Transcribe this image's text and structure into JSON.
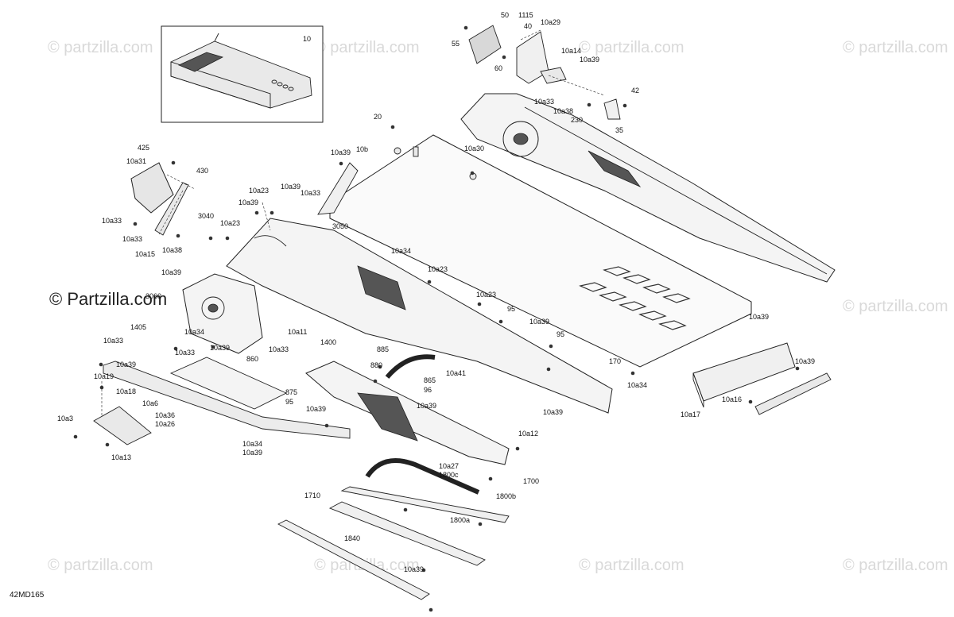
{
  "diagram_code": "42MD165",
  "watermark_text": "© Partzilla.com",
  "watermark_small": "© partzilla.com",
  "inset_label": "10",
  "callouts": [
    {
      "id": "c1",
      "text": "50"
    },
    {
      "id": "c2",
      "text": "1115"
    },
    {
      "id": "c3",
      "text": "40"
    },
    {
      "id": "c4",
      "text": "10a29"
    },
    {
      "id": "c5",
      "text": "55"
    },
    {
      "id": "c6",
      "text": "60"
    },
    {
      "id": "c7",
      "text": "10a14"
    },
    {
      "id": "c8",
      "text": "10a39"
    },
    {
      "id": "c9",
      "text": "42"
    },
    {
      "id": "c10",
      "text": "10a33"
    },
    {
      "id": "c11",
      "text": "10a38"
    },
    {
      "id": "c12",
      "text": "230"
    },
    {
      "id": "c13",
      "text": "35"
    },
    {
      "id": "c14",
      "text": "20"
    },
    {
      "id": "c15",
      "text": "10a39"
    },
    {
      "id": "c16",
      "text": "10b"
    },
    {
      "id": "c17",
      "text": "10a30"
    },
    {
      "id": "c18",
      "text": "425"
    },
    {
      "id": "c19",
      "text": "10a31"
    },
    {
      "id": "c20",
      "text": "430"
    },
    {
      "id": "c21",
      "text": "10a23"
    },
    {
      "id": "c22",
      "text": "10a39"
    },
    {
      "id": "c23",
      "text": "10a33"
    },
    {
      "id": "c24",
      "text": "10a39"
    },
    {
      "id": "c25",
      "text": "3040"
    },
    {
      "id": "c26",
      "text": "10a23"
    },
    {
      "id": "c27",
      "text": "3050"
    },
    {
      "id": "c28",
      "text": "10a33"
    },
    {
      "id": "c29",
      "text": "10a33"
    },
    {
      "id": "c30",
      "text": "10a15"
    },
    {
      "id": "c31",
      "text": "10a38"
    },
    {
      "id": "c32",
      "text": "10a34"
    },
    {
      "id": "c33",
      "text": "10a23"
    },
    {
      "id": "c34",
      "text": "10a39"
    },
    {
      "id": "c35",
      "text": "3060"
    },
    {
      "id": "c36",
      "text": "10a23"
    },
    {
      "id": "c37",
      "text": "95"
    },
    {
      "id": "c38",
      "text": "1405"
    },
    {
      "id": "c39",
      "text": "10a34"
    },
    {
      "id": "c40",
      "text": "10a11"
    },
    {
      "id": "c41",
      "text": "10a39"
    },
    {
      "id": "c42",
      "text": "95"
    },
    {
      "id": "c43",
      "text": "10a39"
    },
    {
      "id": "c44",
      "text": "1400"
    },
    {
      "id": "c45",
      "text": "10a33"
    },
    {
      "id": "c46",
      "text": "10a39"
    },
    {
      "id": "c47",
      "text": "10a33"
    },
    {
      "id": "c48",
      "text": "10a33"
    },
    {
      "id": "c49",
      "text": "885"
    },
    {
      "id": "c50",
      "text": "10a39"
    },
    {
      "id": "c51",
      "text": "860"
    },
    {
      "id": "c52",
      "text": "880"
    },
    {
      "id": "c53",
      "text": "865"
    },
    {
      "id": "c54",
      "text": "10a41"
    },
    {
      "id": "c55",
      "text": "96"
    },
    {
      "id": "c56",
      "text": "170"
    },
    {
      "id": "c57",
      "text": "10a39"
    },
    {
      "id": "c58",
      "text": "10a19"
    },
    {
      "id": "c59",
      "text": "10a18"
    },
    {
      "id": "c60",
      "text": "875"
    },
    {
      "id": "c61",
      "text": "95"
    },
    {
      "id": "c62",
      "text": "10a39"
    },
    {
      "id": "c63",
      "text": "10a34"
    },
    {
      "id": "c64",
      "text": "10a39"
    },
    {
      "id": "c65",
      "text": "10a6"
    },
    {
      "id": "c66",
      "text": "10a3"
    },
    {
      "id": "c67",
      "text": "10a36"
    },
    {
      "id": "c68",
      "text": "10a26"
    },
    {
      "id": "c69",
      "text": "10a39"
    },
    {
      "id": "c70",
      "text": "10a17"
    },
    {
      "id": "c71",
      "text": "10a16"
    },
    {
      "id": "c72",
      "text": "10a34"
    },
    {
      "id": "c73",
      "text": "10a39"
    },
    {
      "id": "c74",
      "text": "10a13"
    },
    {
      "id": "c75",
      "text": "10a12"
    },
    {
      "id": "c76",
      "text": "10a27"
    },
    {
      "id": "c77",
      "text": "1800c"
    },
    {
      "id": "c78",
      "text": "1700"
    },
    {
      "id": "c79",
      "text": "1710"
    },
    {
      "id": "c80",
      "text": "1800b"
    },
    {
      "id": "c81",
      "text": "1800a"
    },
    {
      "id": "c82",
      "text": "1840"
    },
    {
      "id": "c83",
      "text": "10a39"
    }
  ]
}
